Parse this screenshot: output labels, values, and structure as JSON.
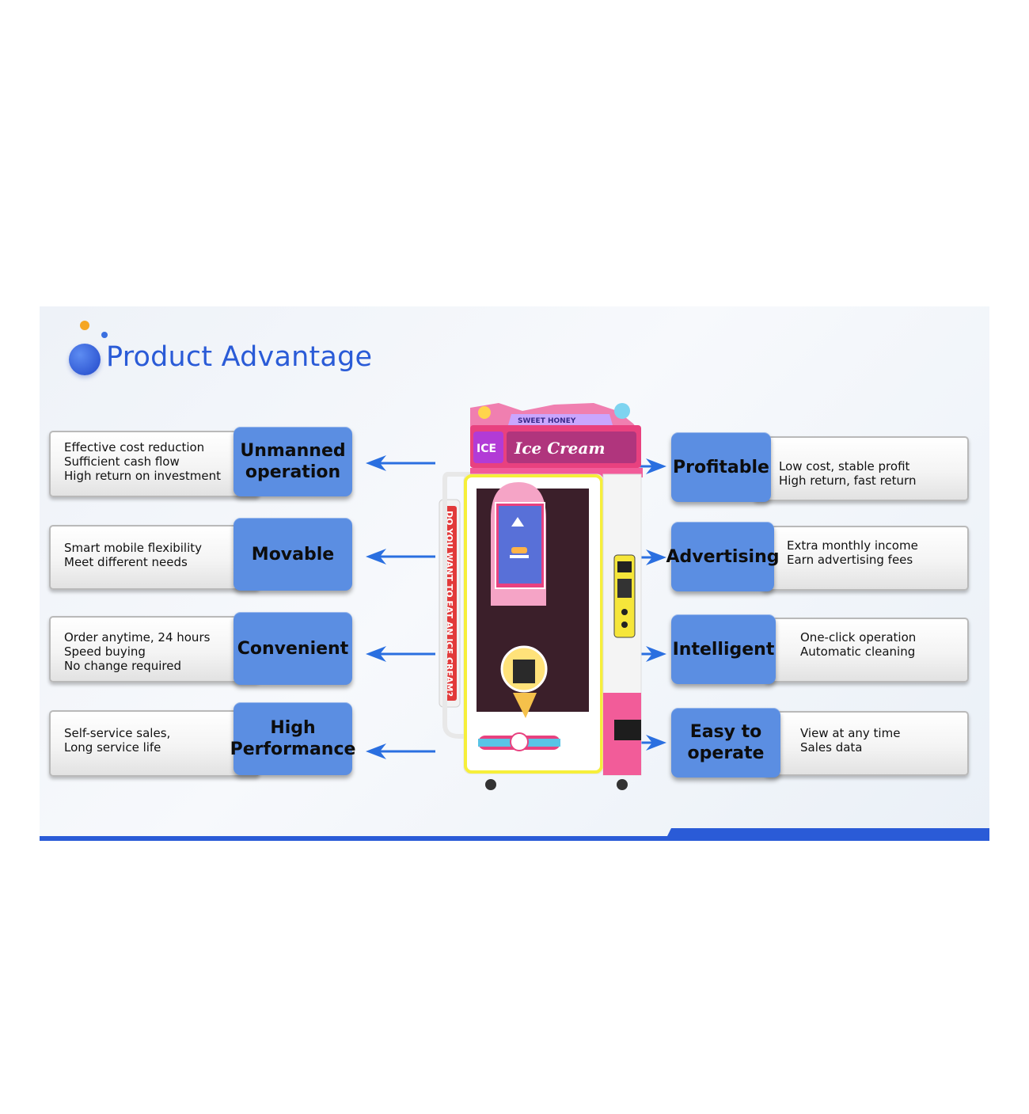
{
  "title": "Product Advantage",
  "left_features": [
    {
      "label": [
        "Unmanned",
        "operation"
      ],
      "lines": [
        "Effective cost reduction",
        "Sufficient cash flow",
        "High return on investment"
      ]
    },
    {
      "label": [
        "Movable"
      ],
      "lines": [
        "Smart mobile flexibility",
        "Meet different needs"
      ]
    },
    {
      "label": [
        "Convenient"
      ],
      "lines": [
        "Order anytime, 24 hours",
        "Speed buying",
        "No change required"
      ]
    },
    {
      "label": [
        "High",
        "Performance"
      ],
      "lines": [
        "Self-service sales,",
        "Long service life"
      ]
    }
  ],
  "right_features": [
    {
      "label": [
        "Profitable"
      ],
      "lines": [
        "Low cost, stable profit",
        "High return, fast return"
      ]
    },
    {
      "label": [
        "Advertising"
      ],
      "lines": [
        "Extra monthly income",
        "Earn advertising fees"
      ]
    },
    {
      "label": [
        "Intelligent"
      ],
      "lines": [
        "One-click operation",
        "Automatic cleaning"
      ]
    },
    {
      "label": [
        "Easy to",
        "operate"
      ],
      "lines": [
        "View at any time",
        "Sales data"
      ]
    }
  ],
  "machine": {
    "brand_top": "SWEET HONEY",
    "brand_ice": "ICE",
    "brand_main": "Ice Cream",
    "side_banner": "DO YOU WANT TO EAT AN ICE CREAM?"
  },
  "colors": {
    "accent": "#2a5bd7",
    "pill": "#5b8ee2",
    "machine_pink": "#e8417f"
  }
}
